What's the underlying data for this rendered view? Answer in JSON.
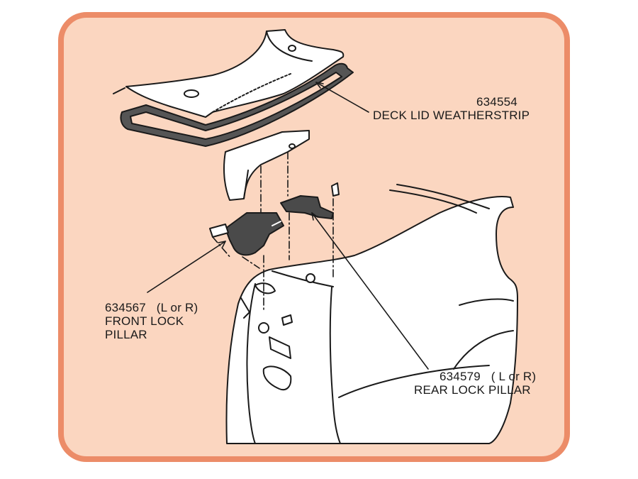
{
  "diagram": {
    "frame_color": "#ec8c68",
    "background_color": "#fbd6c0",
    "line_color": "#1a1a1a",
    "parts": [
      {
        "number": "634554",
        "qualifier": "",
        "name": "DECK LID WEATHERSTRIP"
      },
      {
        "number": "634567",
        "qualifier": "(L or R)",
        "name_line1": "FRONT LOCK",
        "name_line2": "PILLAR"
      },
      {
        "number": "634579",
        "qualifier": "( L or R)",
        "name": "REAR LOCK PILLAR"
      }
    ]
  }
}
